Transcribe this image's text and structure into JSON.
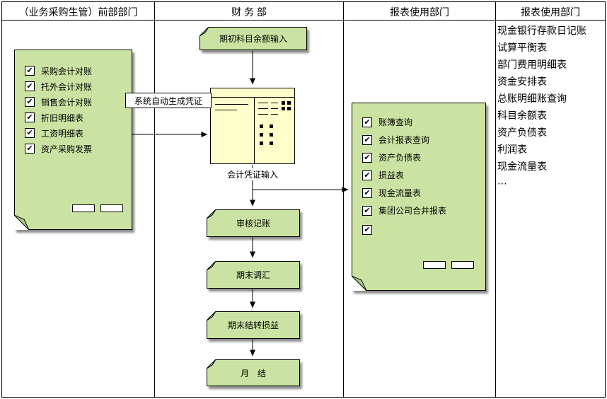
{
  "headers": {
    "col1": "（业务采购生管）前部部门",
    "col2": "财 务 部",
    "col3": "报表使用部门",
    "col4": "报表使用部门"
  },
  "col1_note": {
    "items": [
      "采购会计对账",
      "托外会计对账",
      "销售会计对账",
      "折旧明细表",
      "工资明细表",
      "资产采购发票"
    ]
  },
  "callout": {
    "label": "系统自动生成凭证"
  },
  "finance": {
    "opening": "期初科目余额输入",
    "form_caption": "会计凭证输入",
    "steps": [
      "审核记账",
      "期末调汇",
      "期末结转损益",
      "月　结"
    ]
  },
  "col3_note": {
    "items": [
      "账簿查询",
      "会计报表查询",
      "资产负债表",
      "损益表",
      "现金流量表",
      "集团公司合并报表"
    ]
  },
  "reports": {
    "items": [
      "现金银行存款日记账",
      "试算平衡表",
      "部门费用明细表",
      "资金安排表",
      "总账明细账查询",
      "科目余额表",
      "资产负债表",
      "利润表",
      "现金流量表",
      "⋯"
    ]
  },
  "icons": {
    "checkbox_checked": "✔"
  },
  "colors": {
    "note_green": "#cbe3a2",
    "note_fold": "#a9cd7e",
    "form_yellow": "#ffffcc",
    "line": "#000000"
  }
}
